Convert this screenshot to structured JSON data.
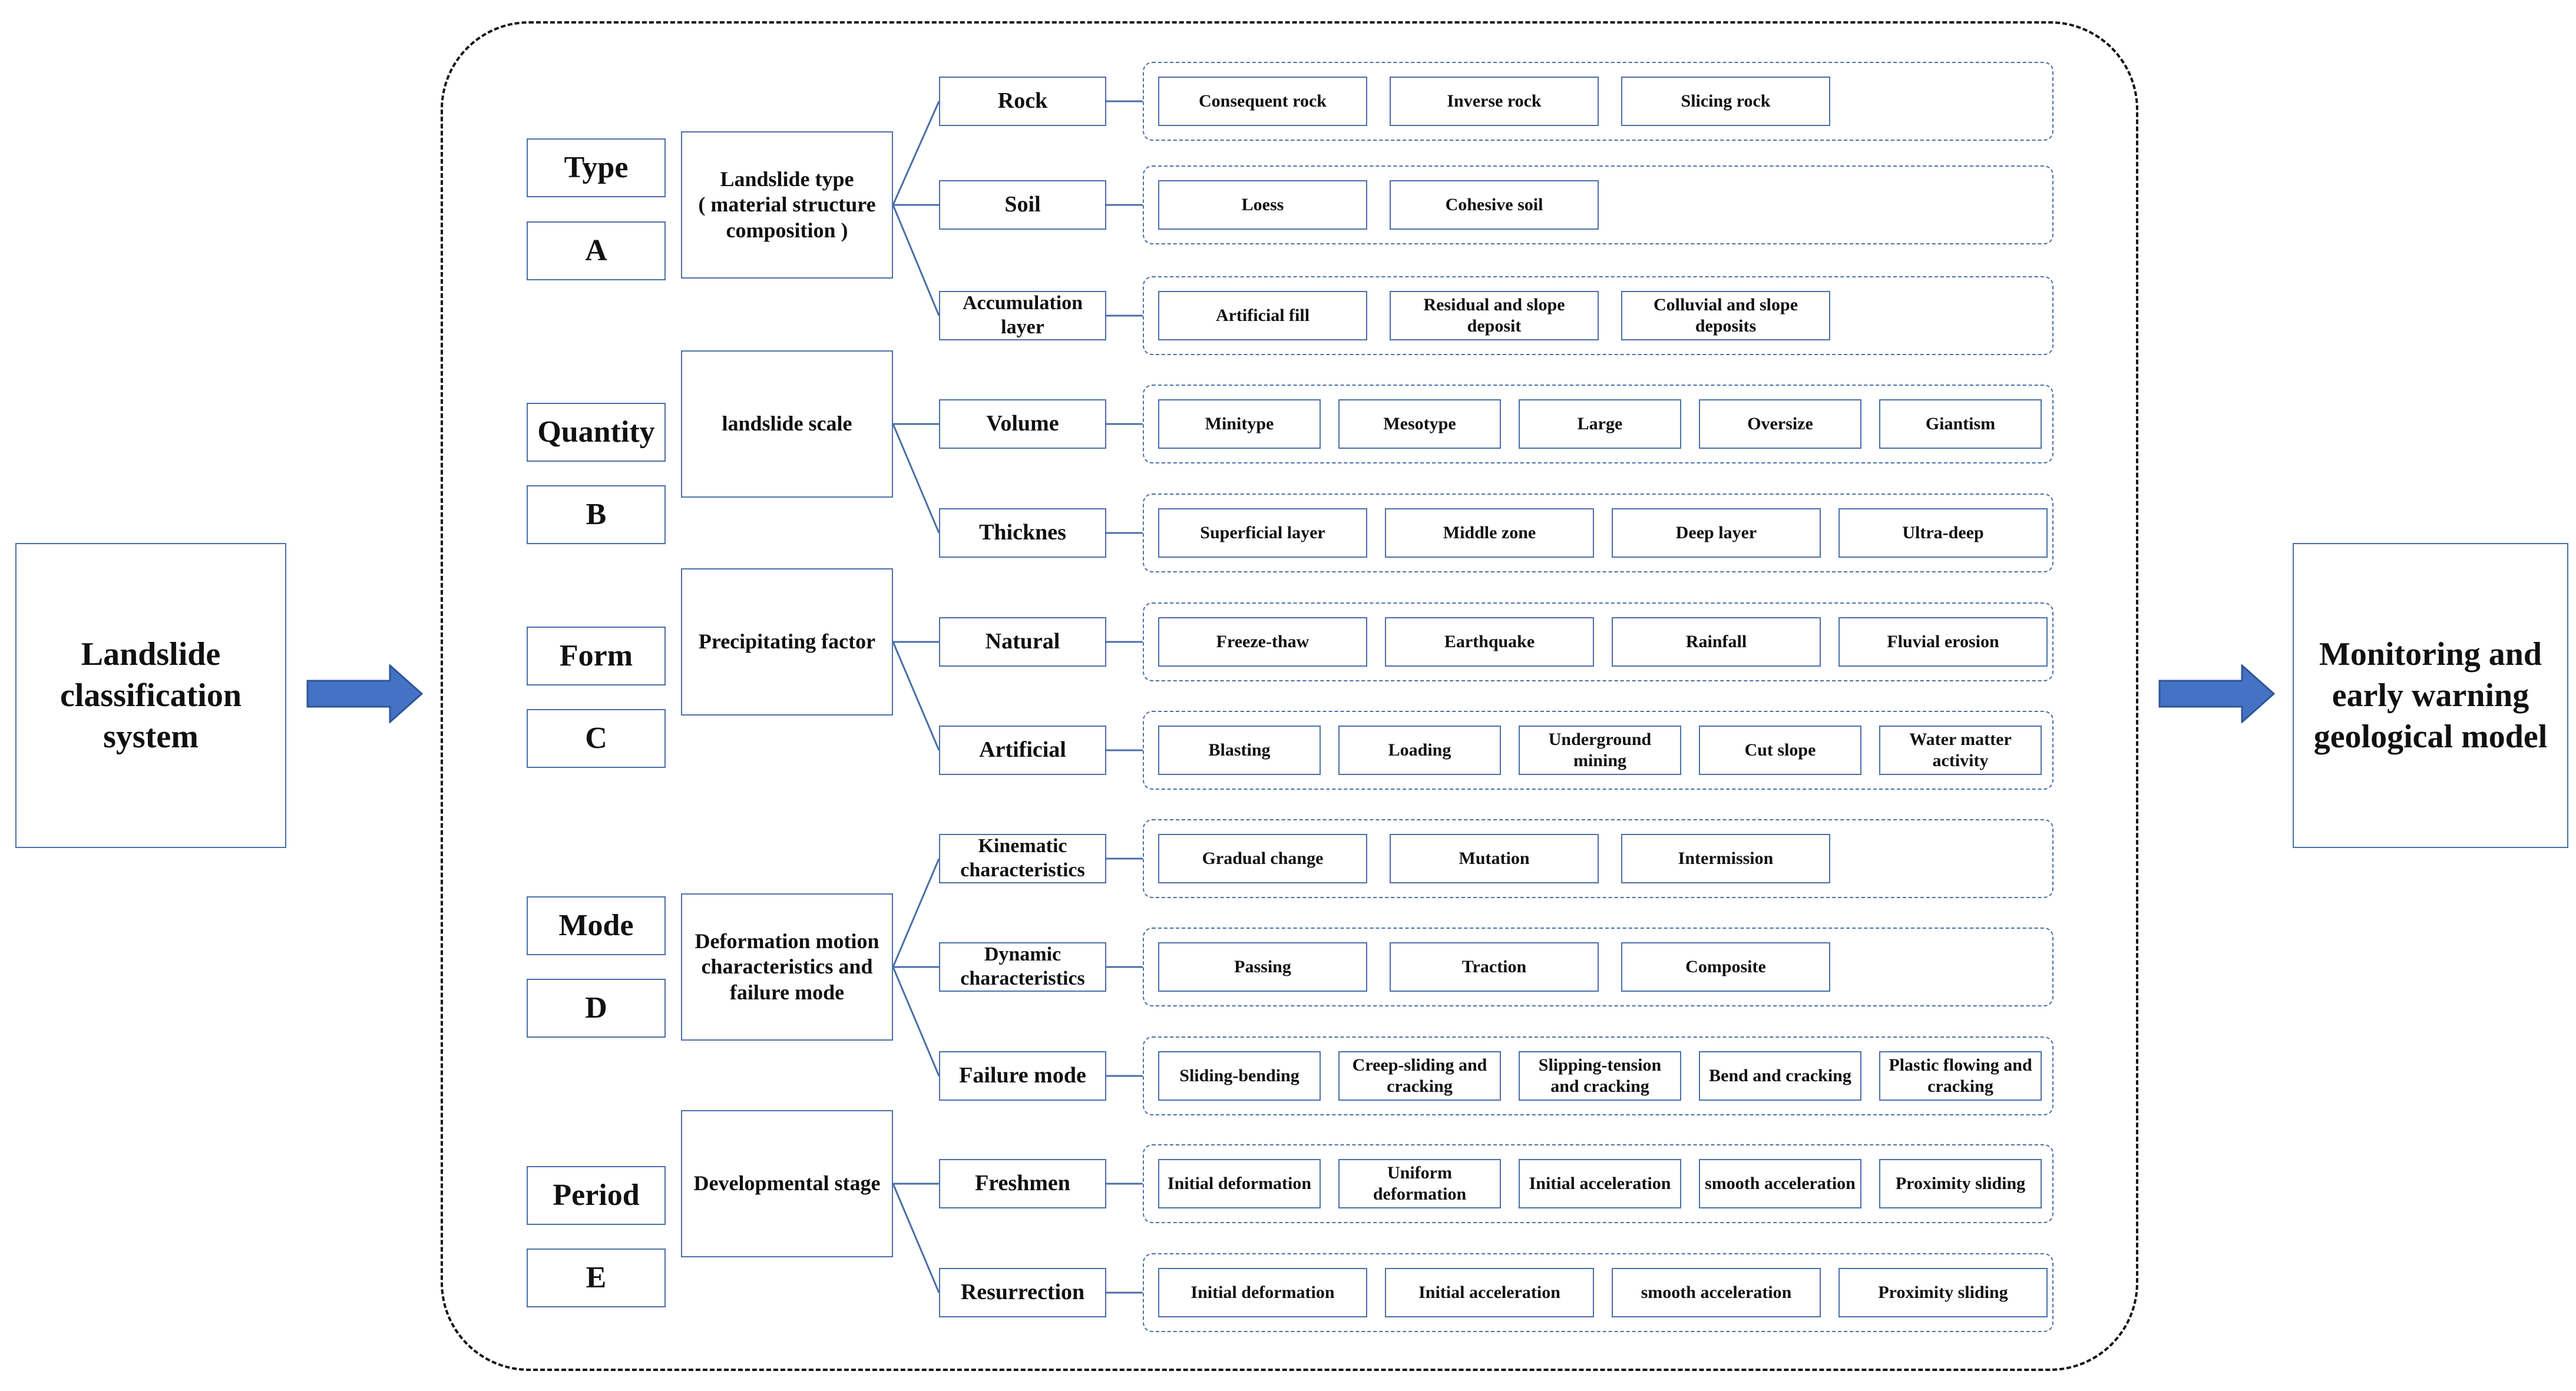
{
  "left_box": "Landslide classification system",
  "right_box": "Monitoring and early warning geological model",
  "accent_color": "#4472c4",
  "line_color": "#4a6fa8",
  "sections": [
    {
      "category": "Type",
      "letter": "A",
      "middle": "Landslide type\n( material structure composition )",
      "rows": [
        {
          "label": "Rock",
          "leaves": [
            "Consequent rock",
            "Inverse rock",
            "Slicing rock"
          ]
        },
        {
          "label": "Soil",
          "leaves": [
            "Loess",
            "Cohesive soil"
          ]
        },
        {
          "label": "Accumulation layer",
          "leaves": [
            "Artificial fill",
            "Residual and slope deposit",
            "Colluvial and slope deposits"
          ]
        }
      ]
    },
    {
      "category": "Quantity",
      "letter": "B",
      "middle": "landslide scale",
      "rows": [
        {
          "label": "Volume",
          "leaves": [
            "Minitype",
            "Mesotype",
            "Large",
            "Oversize",
            "Giantism"
          ]
        },
        {
          "label": "Thicknes",
          "leaves": [
            "Superficial layer",
            "Middle zone",
            "Deep layer",
            "Ultra-deep"
          ]
        }
      ]
    },
    {
      "category": "Form",
      "letter": "C",
      "middle": "Precipitating factor",
      "rows": [
        {
          "label": "Natural",
          "leaves": [
            "Freeze-thaw",
            "Earthquake",
            "Rainfall",
            "Fluvial erosion"
          ]
        },
        {
          "label": "Artificial",
          "leaves": [
            "Blasting",
            "Loading",
            "Underground mining",
            "Cut slope",
            "Water matter activity"
          ]
        }
      ]
    },
    {
      "category": "Mode",
      "letter": "D",
      "middle": "Deformation motion characteristics and failure mode",
      "rows": [
        {
          "label": "Kinematic characteristics",
          "leaves": [
            "Gradual change",
            "Mutation",
            "Intermission"
          ]
        },
        {
          "label": "Dynamic characteristics",
          "leaves": [
            "Passing",
            "Traction",
            "Composite"
          ]
        },
        {
          "label": "Failure mode",
          "leaves": [
            "Sliding-bending",
            "Creep-sliding and cracking",
            "Slipping-tension and cracking",
            "Bend and cracking",
            "Plastic flowing and cracking"
          ]
        }
      ]
    },
    {
      "category": "Period",
      "letter": "E",
      "middle": "Developmental stage",
      "rows": [
        {
          "label": "Freshmen",
          "leaves": [
            "Initial deformation",
            "Uniform deformation",
            "Initial acceleration",
            "smooth acceleration",
            "Proximity sliding"
          ]
        },
        {
          "label": "Resurrection",
          "leaves": [
            "Initial deformation",
            "Initial acceleration",
            "smooth acceleration",
            "Proximity sliding"
          ]
        }
      ]
    }
  ]
}
